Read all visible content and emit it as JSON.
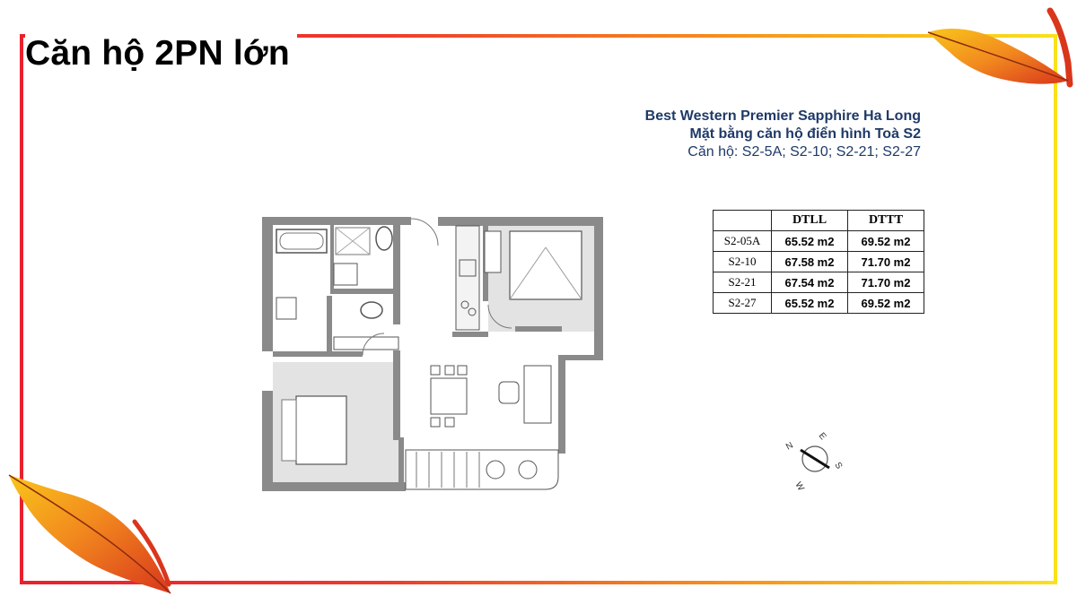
{
  "title": "Căn hộ 2PN lớn",
  "header": {
    "project": "Best Western Premier Sapphire Ha Long",
    "subtitle": "Mặt bằng căn hộ điển hình Toà S2",
    "units": "Căn hộ: S2-5A; S2-10; S2-21; S2-27"
  },
  "area_table": {
    "headers": [
      "",
      "DTLL",
      "DTTT"
    ],
    "rows": [
      {
        "code": "S2-05A",
        "dtll": "65.52 m2",
        "dttt": "69.52 m2"
      },
      {
        "code": "S2-10",
        "dtll": "67.58 m2",
        "dttt": "71.70 m2"
      },
      {
        "code": "S2-21",
        "dtll": "67.54 m2",
        "dttt": "71.70 m2"
      },
      {
        "code": "S2-27",
        "dtll": "65.52 m2",
        "dttt": "69.52 m2"
      }
    ]
  },
  "compass": {
    "n": "N",
    "e": "E",
    "s": "S",
    "w": "W"
  },
  "colors": {
    "frame_start": "#e8212f",
    "frame_end": "#f9e11b",
    "header_text": "#1f3a68",
    "wall": "#808080",
    "floor": "#e3e3e3",
    "leaf": "#e8581f"
  }
}
